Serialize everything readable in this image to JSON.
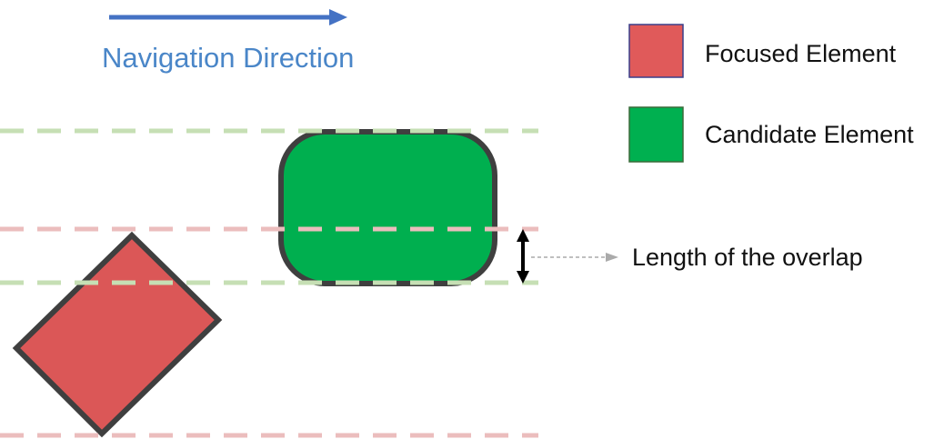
{
  "navigation": {
    "label": "Navigation Direction",
    "arrow_color": "#4472c4"
  },
  "legend": {
    "items": [
      {
        "label": "Focused Element",
        "color": "#e05a5a",
        "border": "#3a3f8a"
      },
      {
        "label": "Candidate Element",
        "color": "#00b050",
        "border": "#3a6b3a"
      }
    ]
  },
  "annotation": {
    "overlap_label": "Length of the overlap"
  },
  "colors": {
    "focused_fill": "#db5757",
    "candidate_fill": "#00af4f",
    "shape_stroke": "#3f3f3f",
    "focused_guide": "#ebbdbd",
    "candidate_guide": "#c6dfb4"
  }
}
